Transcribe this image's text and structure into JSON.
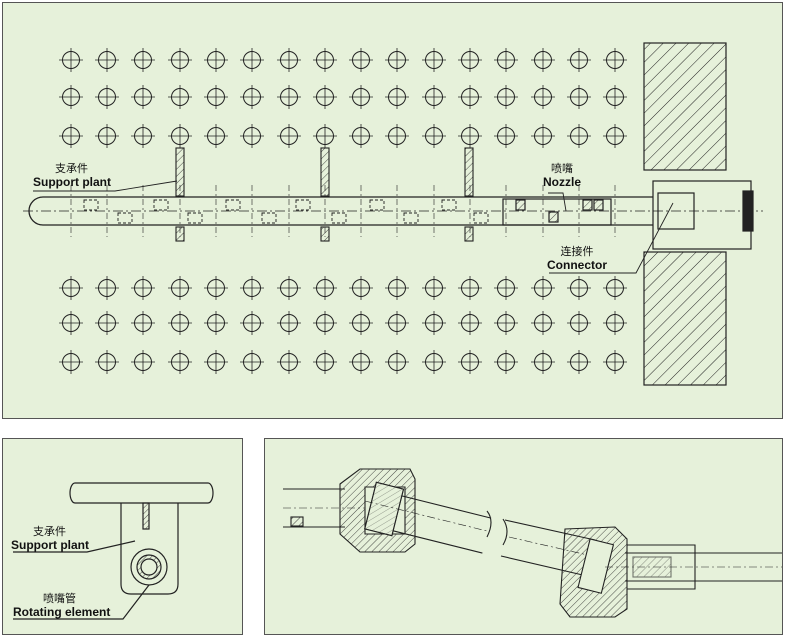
{
  "main_view": {
    "labels": {
      "support_plant": {
        "zh": "支承件",
        "en": "Support plant"
      },
      "nozzle": {
        "zh": "喷嘴",
        "en": "Nozzle"
      },
      "connector": {
        "zh": "连接件",
        "en": "Connector"
      }
    }
  },
  "detail_left": {
    "labels": {
      "support_plant": {
        "zh": "支承件",
        "en": "Support plant"
      },
      "rotating_element": {
        "zh": "喷嘴管",
        "en": "Rotating element"
      }
    }
  },
  "detail_right": {},
  "colors": {
    "panel_bg": "#e6f1da",
    "line": "#222222",
    "border": "#555555"
  }
}
